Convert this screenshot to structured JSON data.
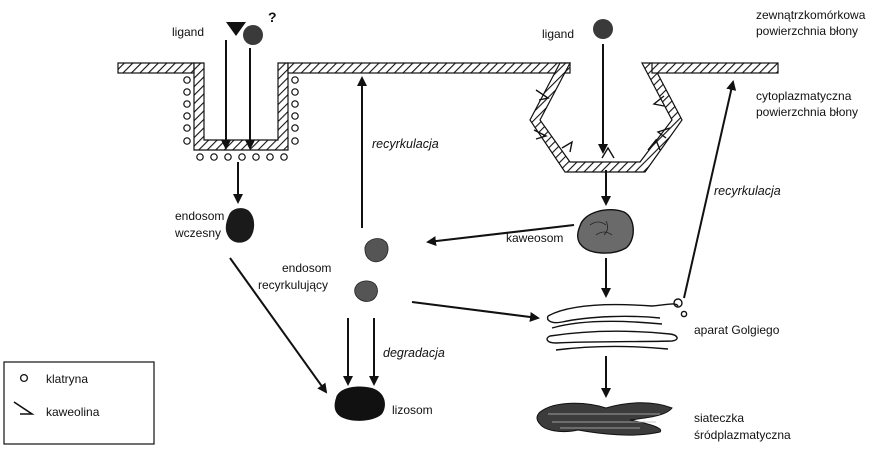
{
  "labels": {
    "extracellular_line1": "zewnątrzkomórkowa",
    "extracellular_line2": "powierzchnia błony",
    "cytoplasmic_line1": "cytoplazmatyczna",
    "cytoplasmic_line2": "powierzchnia błony",
    "ligand_left": "ligand",
    "ligand_right": "ligand",
    "question_mark": "?",
    "recycling_left": "recyrkulacja",
    "recycling_right": "recyrkulacja",
    "early_endosome_line1": "endosom",
    "early_endosome_line2": "wczesny",
    "recycling_endosome_line1": "endosom",
    "recycling_endosome_line2": "recyrkulujący",
    "caveosome": "kaweosom",
    "degradation": "degradacja",
    "lysosome": "lizosom",
    "golgi": "aparat Golgiego",
    "er_line1": "siateczka",
    "er_line2": "śródplazmatyczna"
  },
  "legend": {
    "clathrin": "klatryna",
    "caveolin": "kaweolina"
  },
  "colors": {
    "ink": "#111111",
    "organelle": "#1a1a1a",
    "organelle_gray": "#5a5a5a",
    "background": "#ffffff"
  }
}
